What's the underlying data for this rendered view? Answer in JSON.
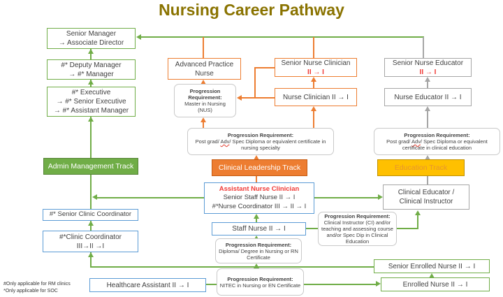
{
  "title": "Nursing Career Pathway",
  "colors": {
    "green_track": "#70AD47",
    "orange_track": "#ED7D31",
    "gold_track": "#FFC000",
    "blue_border": "#5B9BD5",
    "gray_border": "#A6A6A6",
    "red_text": "#F03A36",
    "title_text": "#8A7300"
  },
  "tracks": {
    "admin": "Admin Management Track",
    "clinical": "Clinical Leadership Track",
    "education": "Education Track"
  },
  "boxes": {
    "senior_manager": {
      "line1": "Senior Manager",
      "line2": "→ Associate Director"
    },
    "deputy_manager": {
      "line1": "#* Deputy Manager",
      "line2": "→ #* Manager"
    },
    "executive": {
      "line1": "#* Executive",
      "line2": "→ #* Senior Executive",
      "line3": "→ #* Assistant Manager"
    },
    "senior_clinic_coordinator": {
      "line1": "#* Senior Clinic Coordinator"
    },
    "clinic_coordinator": {
      "line1": "#*Clinic Coordinator",
      "line2": "III→II →I"
    },
    "healthcare_assistant": {
      "line1": "Healthcare Assistant II → I"
    },
    "advanced_practice_nurse": {
      "line1": "Advanced Practice",
      "line2": "Nurse"
    },
    "senior_nurse_clinician": {
      "line1": "Senior Nurse Clinician",
      "grade": "II → I"
    },
    "nurse_clinician": {
      "line1": "Nurse Clinician II → I"
    },
    "assistant_nurse_clinician": {
      "title": "Assistant Nurse Clinician",
      "line2": "Senior Staff Nurse II → I",
      "line3": "#*Nurse Coordinator III → II → I"
    },
    "staff_nurse": {
      "line1": "Staff Nurse II → I"
    },
    "senior_nurse_educator": {
      "line1": "Senior Nurse Educator",
      "grade": "II → I"
    },
    "nurse_educator": {
      "line1": "Nurse Educator II → I"
    },
    "clinical_educator": {
      "line1": "Clinical Educator /",
      "line2": "Clinical Instructor"
    },
    "senior_enrolled_nurse": {
      "line1": "Senior Enrolled Nurse II → I"
    },
    "enrolled_nurse": {
      "line1": "Enrolled Nurse II → I"
    }
  },
  "requirements": {
    "heading": "Progression Requirement:",
    "master": {
      "line1": "Master in Nursing",
      "line2": "(NUS)"
    },
    "postgrad_nursing": {
      "pre": "Post grad/ ",
      "underlined": "Adv",
      "post": "/ Spec Diploma or equivalent certificate in nursing specialty"
    },
    "postgrad_education": {
      "pre": "Post grad/ ",
      "underlined": "Adv",
      "post": "/ Spec Diploma or equivalent certificate in clinical education"
    },
    "diploma": {
      "line1": "Diploma/ Degree in Nursing or RN Certificate"
    },
    "ci": {
      "line1": "Clinical Instructor (CI) and/or teaching and assessing course and/or Spec Dip in Clinical Education"
    },
    "nitec": {
      "line1": "NITEC in Nursing or EN Certificate"
    }
  },
  "footnotes": [
    "#Only applicable for RM clinics",
    "*Only applicable for SOC"
  ]
}
